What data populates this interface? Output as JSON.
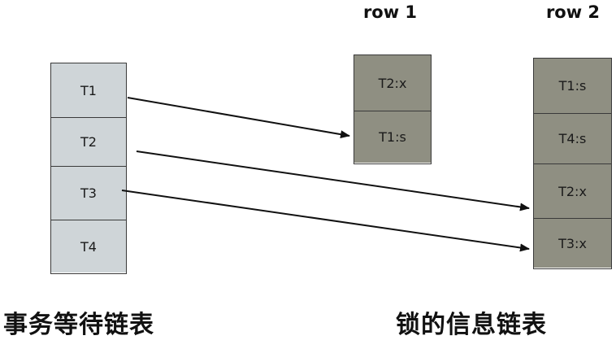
{
  "transaction_list": {
    "caption": "事务等待链表",
    "items": [
      "T1",
      "T2",
      "T3",
      "T4"
    ]
  },
  "lock_list": {
    "caption": "锁的信息链表",
    "rows": [
      {
        "header": "row 1",
        "entries": [
          "T2:x",
          "T1:s"
        ]
      },
      {
        "header": "row 2",
        "entries": [
          "T1:s",
          "T4:s",
          "T2:x",
          "T3:x"
        ]
      }
    ]
  },
  "arrows": [
    {
      "from": "T1",
      "to": "row 1 / T1:s"
    },
    {
      "from": "T2",
      "to": "row 2 / T2:x"
    },
    {
      "from": "T3",
      "to": "row 2 / T3:x"
    }
  ],
  "colors": {
    "transaction_cell": "#cfd5d8",
    "lock_cell": "#8f8f82",
    "border": "#3a3a3a"
  }
}
